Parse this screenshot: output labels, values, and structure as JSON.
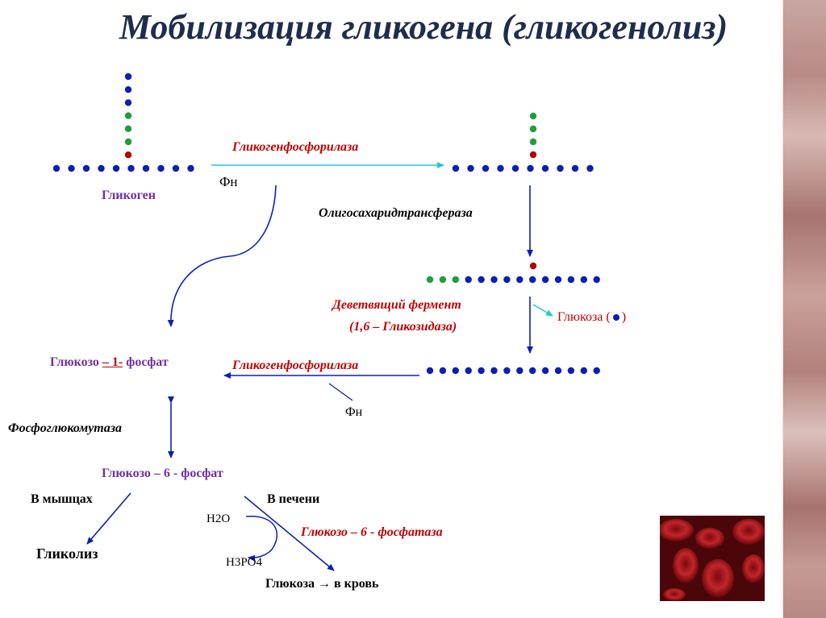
{
  "title": "Мобилизация гликогена (гликогенолиз)",
  "labels": {
    "glycogen": "Гликоген",
    "phosphorylase_1": "Гликогенфосфорилаза",
    "pn_1": "Фн",
    "oligo_transferase": "Олигосахаридтрансфераза",
    "debranch_1": "Деветвящий фермент",
    "debranch_2": "(1,6 – Гликозидаза)",
    "glucose_free_a": "Глюкоза (",
    "glucose_free_b": ")",
    "g1p": "Глюкозо ",
    "g1p_mid": "– 1-",
    "g1p_end": " фосфат",
    "phosphorylase_2": "Гликогенфосфорилаза",
    "pn_2": "Фн",
    "phosphoglucomutase": "Фосфоглюкомутаза",
    "g6p": "Глюкозо – 6 - фосфат",
    "in_muscle": "В мышцах",
    "in_liver": "В печени",
    "h2o": "H2O",
    "g6pase": "Глюкозо – 6 - фосфатаза",
    "glycolysis": "Гликолиз",
    "h3po4": "H3PO4",
    "glucose_blood": "Глюкоза → в кровь"
  },
  "colors": {
    "blue_residue": "#0a1fb4",
    "green_residue": "#1e9e3c",
    "red_residue": "#b40000",
    "arrow_blue": "#0f1fb0",
    "arrow_cyan": "#22c7d9",
    "title": "#1f2d4d",
    "purple": "#7030a0",
    "darkred": "#c00000"
  },
  "icons": [
    "blue-dot-icon",
    "arrow-icon"
  ]
}
